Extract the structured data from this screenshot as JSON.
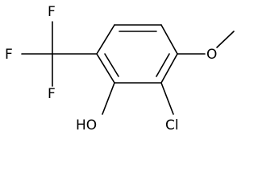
{
  "molecule": {
    "atoms": {
      "f_top": "F",
      "f_left": "F",
      "f_bottom": "F",
      "oxygen_methoxy": "O",
      "hydroxyl": "HO",
      "chlorine": "Cl"
    }
  }
}
